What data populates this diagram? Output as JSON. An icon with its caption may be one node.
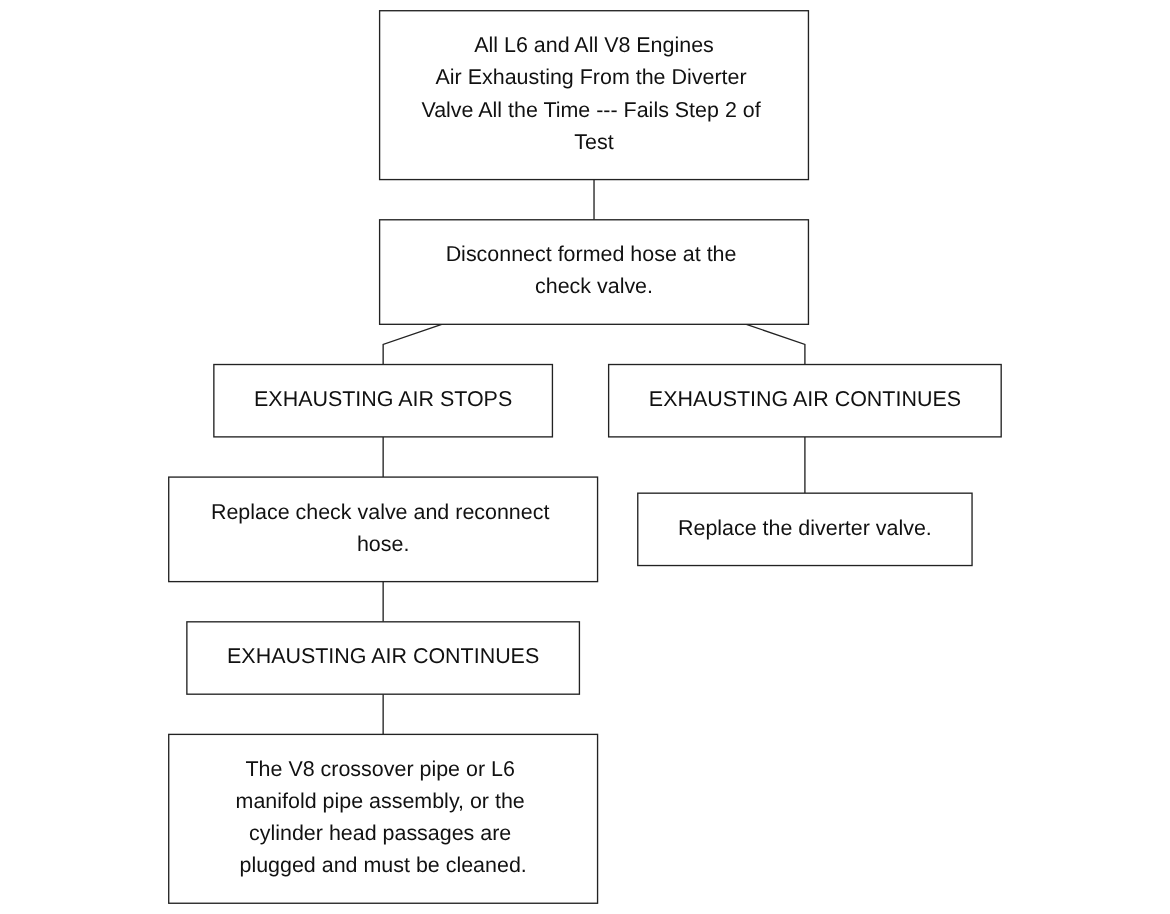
{
  "diagram": {
    "nodes": [
      {
        "text": [
          "All L6 and All V8 Engines",
          "Air Exhausting From the Diverter Valve All the Time --- Fails Step 2 of Test"
        ]
      },
      {
        "text": [
          "Disconnect formed hose at the check valve."
        ]
      },
      {
        "text": [
          "EXHAUSTING AIR STOPS"
        ]
      },
      {
        "text": [
          "EXHAUSTING AIR CONTINUES"
        ]
      },
      {
        "text": [
          "Replace check valve and reconnect hose."
        ]
      },
      {
        "text": [
          "Replace the diverter valve."
        ]
      },
      {
        "text": [
          "EXHAUSTING AIR CONTINUES"
        ]
      },
      {
        "text": [
          "The V8 crossover pipe or L6 manifold pipe assembly, or the cylinder head passages are plugged and must be cleaned."
        ]
      }
    ],
    "edges": [
      {
        "from": 0,
        "to": 1,
        "arrow": "none"
      },
      {
        "from": 1,
        "to": 2,
        "arrow": "none"
      },
      {
        "from": 1,
        "to": 3,
        "arrow": "none"
      },
      {
        "from": 2,
        "to": 4,
        "arrow": "none"
      },
      {
        "from": 3,
        "to": 5,
        "arrow": "none"
      },
      {
        "from": 4,
        "to": 6,
        "arrow": "none"
      },
      {
        "from": 6,
        "to": 7,
        "arrow": "none"
      }
    ]
  }
}
